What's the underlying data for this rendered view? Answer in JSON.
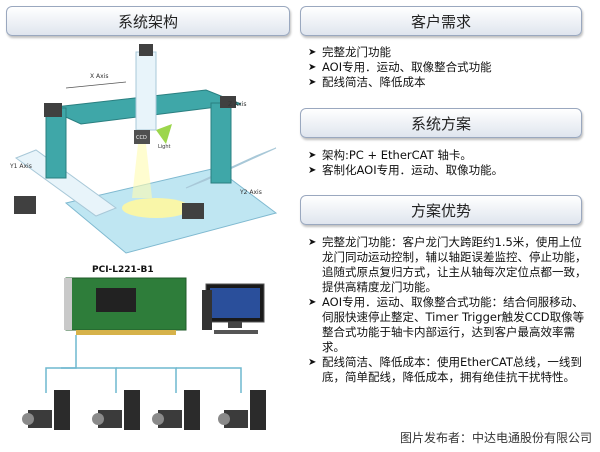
{
  "left": {
    "header": "系统架构",
    "axes": {
      "x": "X Axis",
      "y1": "Y1 Axis",
      "y2": "Y2 Axis",
      "z": "Z Axis",
      "ccd": "CCD",
      "light": "Light"
    },
    "card_label": "PCI-L221-B1"
  },
  "req": {
    "header": "客户需求",
    "items": [
      "完整龙门功能",
      "AOI专用．运动、取像整合式功能",
      "配线简洁、降低成本"
    ]
  },
  "plan": {
    "header": "系统方案",
    "items": [
      "架构:PC + EtherCAT 轴卡。",
      "客制化AOI专用．运动、取像功能。"
    ]
  },
  "adv": {
    "header": "方案优势",
    "items": [
      "完整龙门功能：客户龙门大跨距约1.5米，使用上位龙门同动运动控制，辅以轴距误差监控、停止功能，追随式原点复归方式，让主从轴每次定位点都一致，提供高精度龙门功能。",
      "AOI专用．运动、取像整合式功能：结合伺服移动、伺服快速停止整定、Timer Trigger触发CCD取像等整合式功能于轴卡内部运行，达到客户最高效率需求。",
      "配线简洁、降低成本：使用EtherCAT总线，一线到底，简单配线，降低成本，拥有绝佳抗干扰特性。"
    ]
  },
  "watermark": "图片发布者：中达电通股份有限公司"
}
